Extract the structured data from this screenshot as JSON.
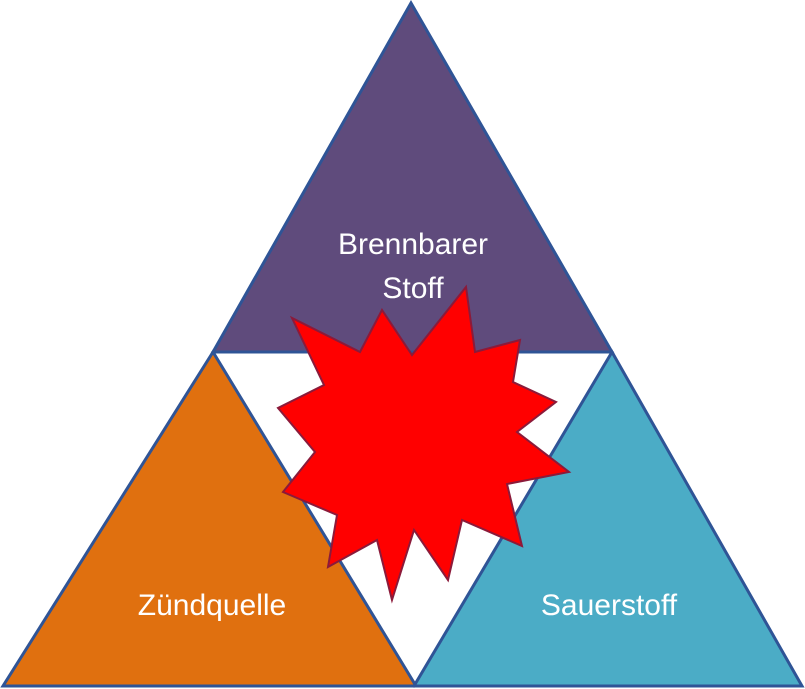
{
  "diagram": {
    "triangles": {
      "top": {
        "label_line1": "Brennbarer",
        "label_line2": "Stoff",
        "color": "#5f4b7c"
      },
      "left": {
        "label": "Zündquelle",
        "color": "#e0700f"
      },
      "right": {
        "label": "Sauerstoff",
        "color": "#4bacc6"
      }
    },
    "outline_color": "#2f5496",
    "burst": {
      "color": "#ff0000",
      "outline": "#8b1a3a"
    }
  }
}
